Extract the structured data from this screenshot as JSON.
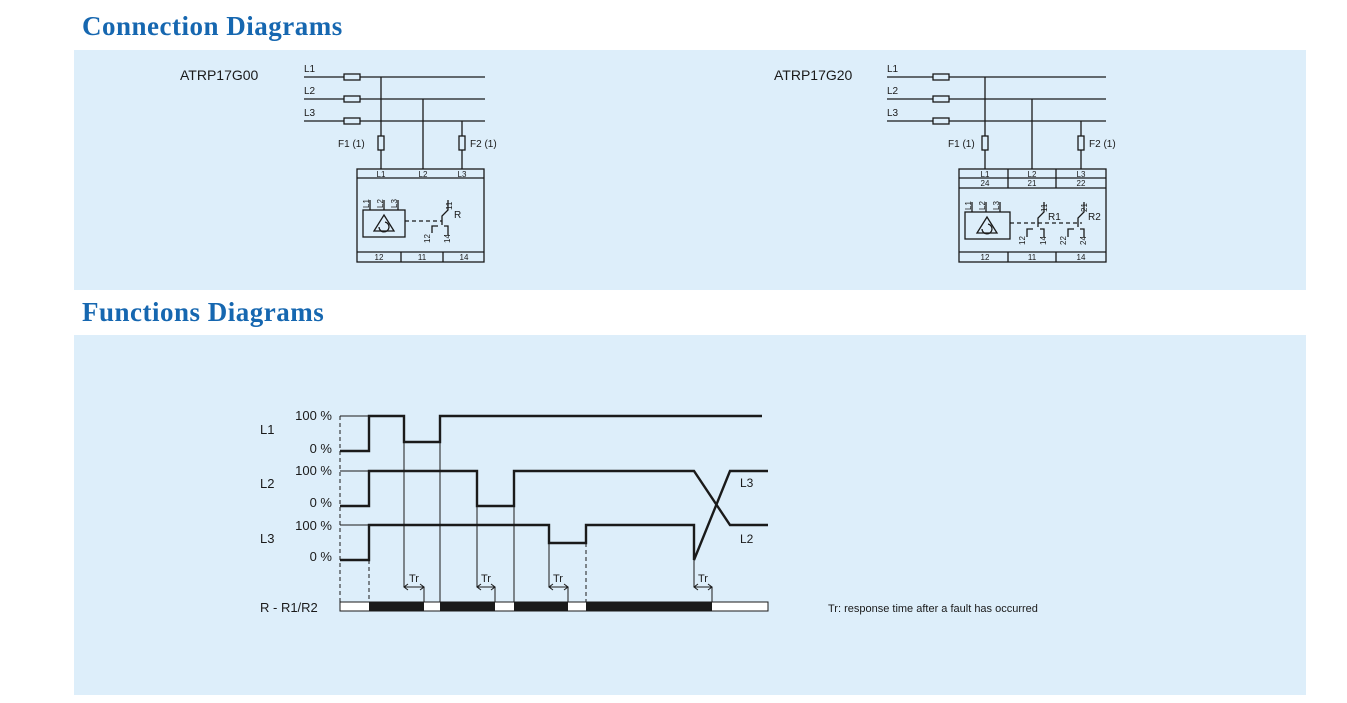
{
  "colors": {
    "heading": "#1667b0",
    "panel_bg": "#ddeefa",
    "line": "#1a1a1a"
  },
  "headings": {
    "connection": "Connection Diagrams",
    "functions": "Functions Diagrams"
  },
  "connection": {
    "left": {
      "model": "ATRP17G00",
      "lines": [
        "L1",
        "L2",
        "L3"
      ],
      "fuses": [
        "F1 (1)",
        "F2 (1)"
      ],
      "top_terminals": [
        "L1",
        "L2",
        "L3"
      ],
      "inner_terms": [
        "L1",
        "L2",
        "L3"
      ],
      "relay_label": "R",
      "contacts": [
        "11",
        "12",
        "14"
      ],
      "bottom_terminals": [
        "12",
        "11",
        "14"
      ]
    },
    "right": {
      "model": "ATRP17G20",
      "lines": [
        "L1",
        "L2",
        "L3"
      ],
      "fuses": [
        "F1 (1)",
        "F2 (1)"
      ],
      "top_terminals": [
        "L1",
        "L2",
        "L3"
      ],
      "top_terminals_2": [
        "24",
        "21",
        "22"
      ],
      "inner_terms": [
        "L1",
        "L2",
        "L3"
      ],
      "relay_labels": [
        "R1",
        "R2"
      ],
      "contacts_r1": [
        "11",
        "12",
        "14"
      ],
      "contacts_r2": [
        "21",
        "22",
        "24"
      ],
      "bottom_terminals": [
        "12",
        "11",
        "14"
      ]
    }
  },
  "functions": {
    "pct_high": "100 %",
    "pct_low": "0 %",
    "signals": [
      "L1",
      "L2",
      "L3"
    ],
    "crossing_labels": [
      "L3",
      "L2"
    ],
    "tr": "Tr",
    "relay_row": "R - R1/R2",
    "note": "Tr: response time after a fault has occurred"
  }
}
